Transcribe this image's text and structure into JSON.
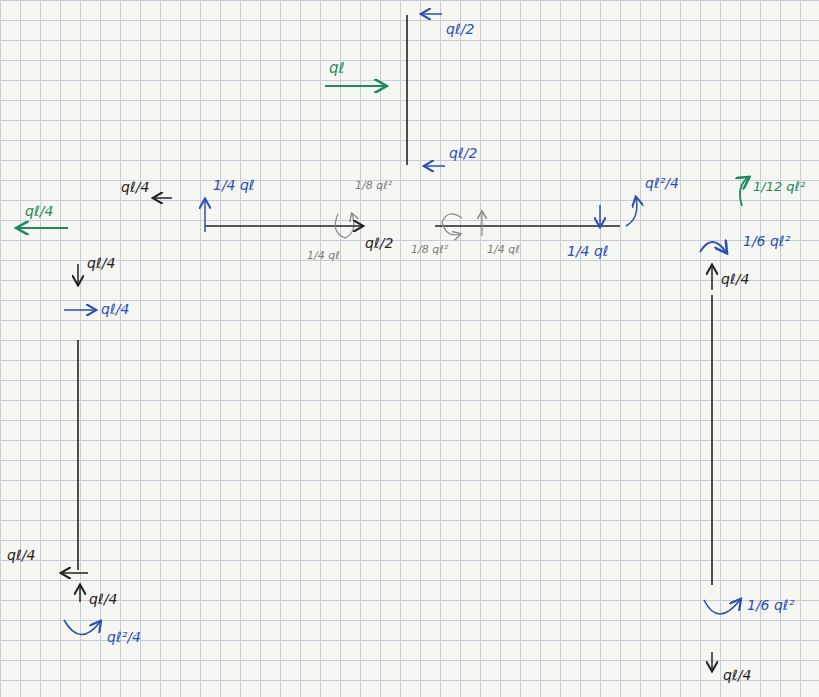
{
  "diagram": {
    "labels": [
      "qℓ/2",
      "qℓ/2",
      "qℓ",
      "qℓ/4",
      "1/4 qℓ",
      "1/8 qℓ²",
      "1/4 qℓ",
      "qℓ/2",
      "1/8 qℓ²",
      "1/4 qℓ",
      "1/4 qℓ",
      "qℓ²/4",
      "qℓ/4",
      "1/12 qℓ²",
      "1/6 qℓ²",
      "qℓ/4",
      "qℓ/4",
      "qℓ/4",
      "qℓ/4",
      "qℓ/4",
      "qℓ²/4",
      "1/6 qℓ²",
      "qℓ/4"
    ]
  }
}
